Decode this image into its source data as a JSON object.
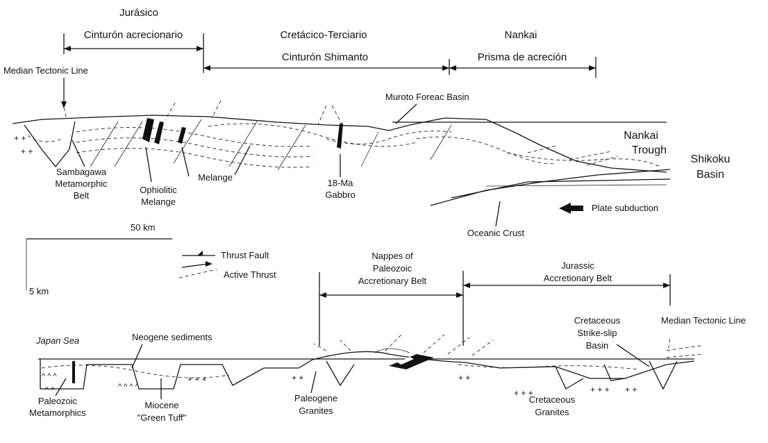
{
  "headers": {
    "jurasico": "Jurásico",
    "cinturon_acrecionario": "Cinturón acrecionario",
    "cretacico_terciario": "Cretácico-Terciario",
    "cinturon_shimanto": "Cinturón Shimanto",
    "nankai": "Nankai",
    "prisma": "Prisma de acreción"
  },
  "upper_section": {
    "median_tectonic_line": "Median Tectonic Line",
    "muroto_forearc": "Muroto Foreac Basin",
    "nankai_trough_1": "Nankai",
    "nankai_trough_2": "Trough",
    "shikoku_1": "Shikoku",
    "shikoku_2": "Basin",
    "sambagawa_1": "Sambagawa",
    "sambagawa_2": "Metamorphic",
    "sambagawa_3": "Belt",
    "ophiolitic_1": "Ophiolitic",
    "ophiolitic_2": "Melange",
    "melange": "Melange",
    "gabbro_1": "18-Ma",
    "gabbro_2": "Gabbro",
    "plate_subduction": "Plate subduction",
    "oceanic_crust": "Oceanic Crust"
  },
  "legend": {
    "scale_h": "50 km",
    "scale_v": "5 km",
    "thrust_fault": "Thrust Fault",
    "active_thrust": "Active Thrust"
  },
  "lower_section": {
    "nappes_1": "Nappes of",
    "nappes_2": "Paleozoic",
    "nappes_3": "Accretionary Belt",
    "jurassic_1": "Jurassic",
    "jurassic_2": "Accretionary Belt",
    "japan_sea": "Japan Sea",
    "neogene": "Neogene sediments",
    "cretaceous_basin_1": "Cretaceous",
    "cretaceous_basin_2": "Strike-slip",
    "cretaceous_basin_3": "Basin",
    "median_tectonic_line": "Median Tectonic Line",
    "paleozoic_1": "Paleozoic",
    "paleozoic_2": "Metamorphics",
    "miocene_1": "Miocene",
    "miocene_2": "\"Green Tuff\"",
    "paleogene_1": "Paleogene",
    "paleogene_2": "Granites",
    "cretaceous_granites_1": "Cretaceous",
    "cretaceous_granites_2": "Granites"
  }
}
